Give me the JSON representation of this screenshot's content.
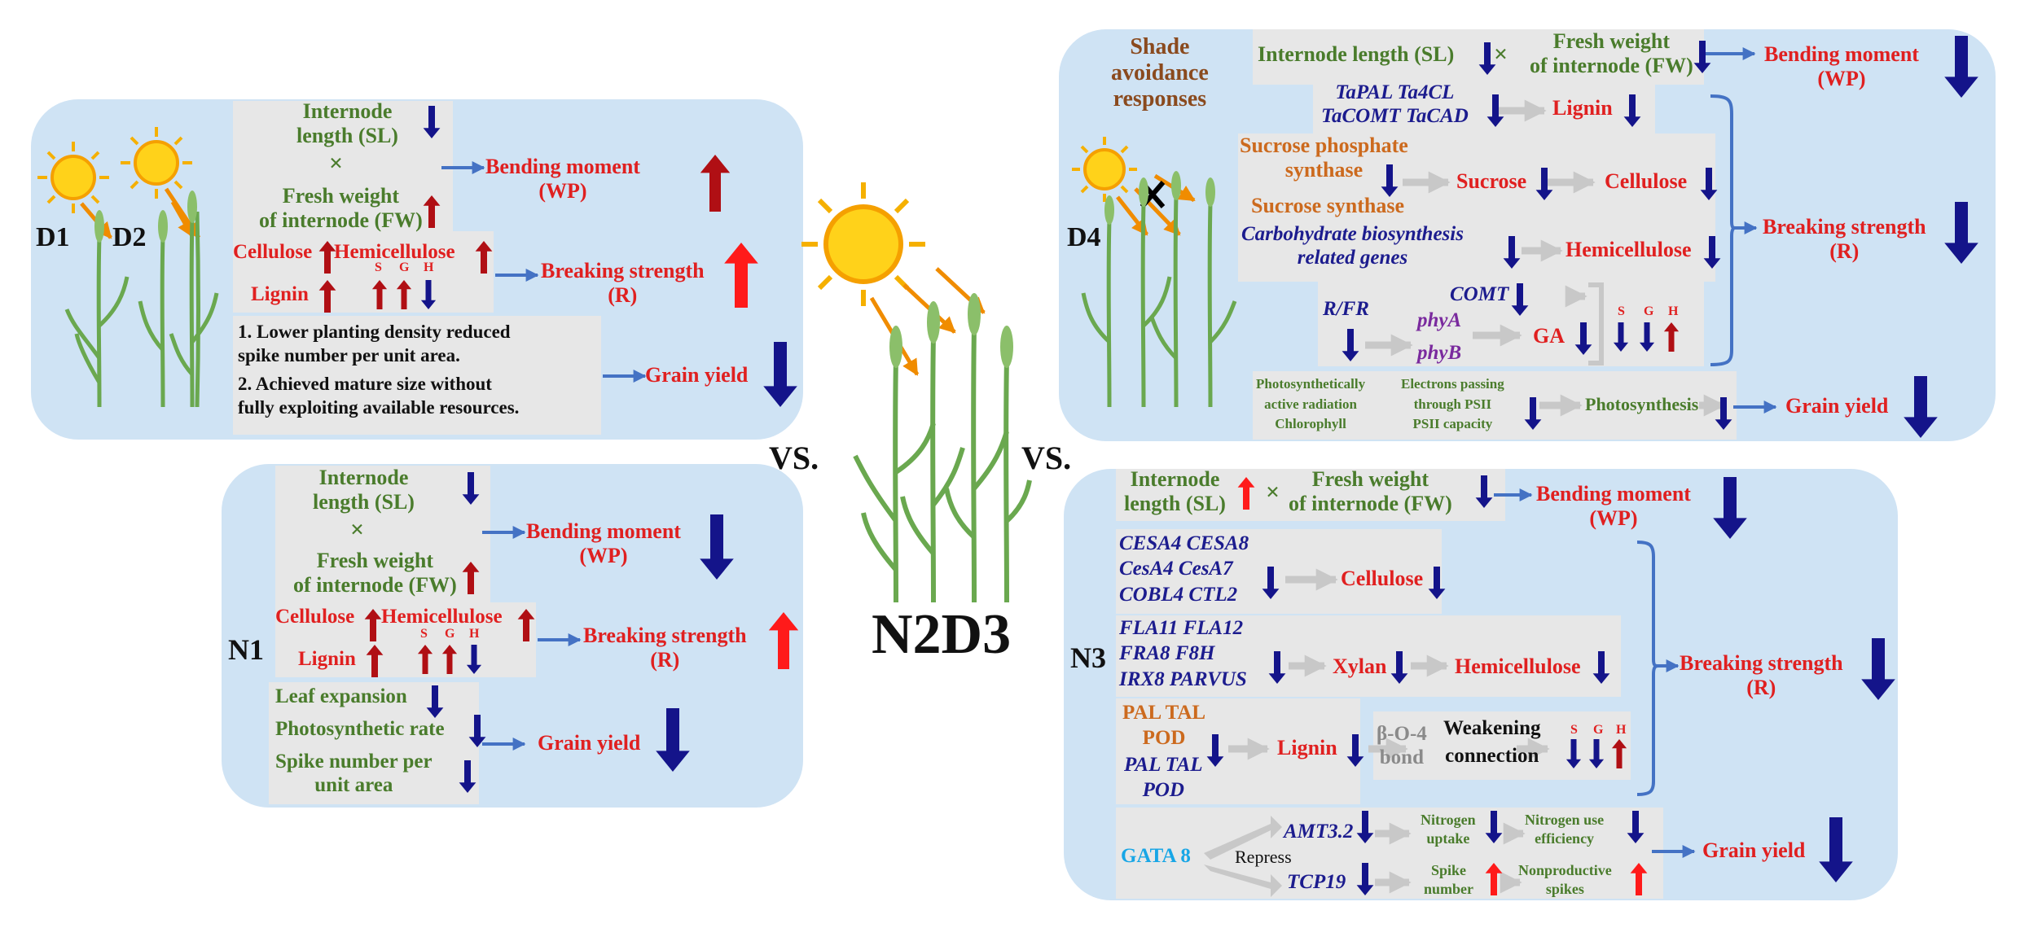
{
  "center": {
    "label": "N2D3",
    "vs_left": "VS.",
    "vs_right": "VS."
  },
  "d_panel": {
    "d1_label": "D1",
    "d2_label": "D2",
    "internode_length": "Internode\nlength (SL)",
    "times": "×",
    "fresh_weight": "Fresh weight\nof internode (FW)",
    "bending_moment": "Bending moment\n(WP)",
    "cellulose": "Cellulose",
    "hemicellulose": "Hemicellulose",
    "lignin": "Lignin",
    "s": "S",
    "g": "G",
    "h": "H",
    "breaking_strength": "Breaking strength\n(R)",
    "note_1": "1. Lower planting density reduced\nspike number per unit area.",
    "note_2": "2. Achieved mature size without\nfully exploiting available resources.",
    "grain_yield": "Grain yield"
  },
  "n1_panel": {
    "label": "N1",
    "internode_length": "Internode\nlength (SL)",
    "times": "×",
    "fresh_weight": "Fresh weight\nof internode (FW)",
    "bending_moment": "Bending moment\n(WP)",
    "cellulose": "Cellulose",
    "hemicellulose": "Hemicellulose",
    "lignin": "Lignin",
    "s": "S",
    "g": "G",
    "h": "H",
    "breaking_strength": "Breaking strength\n(R)",
    "leaf_expansion": "Leaf expansion",
    "photosynthetic_rate": "Photosynthetic rate",
    "spike_number": "Spike number per\nunit area",
    "grain_yield": "Grain yield"
  },
  "d4_panel": {
    "label": "D4",
    "shade_title": "Shade\navoidance\nresponses",
    "internode_length": "Internode length (SL)",
    "times": "×",
    "fresh_weight": "Fresh weight\nof internode (FW)",
    "bending_moment": "Bending moment\n(WP)",
    "lignin_genes": "TaPAL Ta4CL\nTaCOMT TaCAD",
    "lignin": "Lignin",
    "sucrose_phosphate_synthase": "Sucrose phosphate\nsynthase",
    "sucrose_synthase": "Sucrose synthase",
    "sucrose": "Sucrose",
    "cellulose": "Cellulose",
    "carbohydrate_genes": "Carbohydrate biosynthesis\nrelated genes",
    "hemicellulose": "Hemicellulose",
    "breaking_strength": "Breaking strength\n(R)",
    "rfr": "R/FR",
    "comt": "COMT",
    "phya": "phyA",
    "phyb": "phyB",
    "ga": "GA",
    "s": "S",
    "g": "G",
    "h": "H",
    "par": "Photosynthetically\nactive radiation\nChlorophyll",
    "electrons": "Electrons passing\nthrough PSII\nPSII capacity",
    "photosynthesis": "Photosynthesis",
    "grain_yield": "Grain yield"
  },
  "n3_panel": {
    "label": "N3",
    "internode_length": "Internode\nlength (SL)",
    "times": "×",
    "fresh_weight": "Fresh weight\nof internode (FW)",
    "bending_moment": "Bending moment\n(WP)",
    "cellulose_genes": "CESA4 CESA8\nCesA4 CesA7\nCOBL4 CTL2",
    "cellulose": "Cellulose",
    "xylan_genes": "FLA11 FLA12\nFRA8 F8H\nIRX8 PARVUS",
    "xylan": "Xylan",
    "hemicellulose": "Hemicellulose",
    "lignin_genes_up": "PAL TAL\nPOD",
    "lignin_genes_down": "PAL TAL\nPOD",
    "lignin": "Lignin",
    "beta_o4": "β-O-4\nbond",
    "weakening": "Weakening\nconnection",
    "s": "S",
    "g": "G",
    "h": "H",
    "breaking_strength": "Breaking strength\n(R)",
    "gata8": "GATA 8",
    "repress": "Repress",
    "amt32": "AMT3.2",
    "tcp19": "TCP19",
    "nitrogen_uptake": "Nitrogen\nuptake",
    "nitrogen_use": "Nitrogen use\nefficiency",
    "spike_number": "Spike\nnumber",
    "nonproductive": "Nonproductive\nspikes",
    "grain_yield": "Grain yield"
  },
  "colors": {
    "panel_bg": "#cfe3f4",
    "box_bg": "#e7e7e7",
    "up_red": "#b00f14",
    "up_bright": "#ff1a1a",
    "down_navy": "#14148a",
    "flow_arrow": "#4472c4",
    "grey_arrow": "#c8c8c8",
    "text_green": "#4a7c2c",
    "text_red": "#e02020",
    "sun": "#f5b000",
    "light_ray": "#f08c00",
    "wheat": "#6aa84f"
  }
}
